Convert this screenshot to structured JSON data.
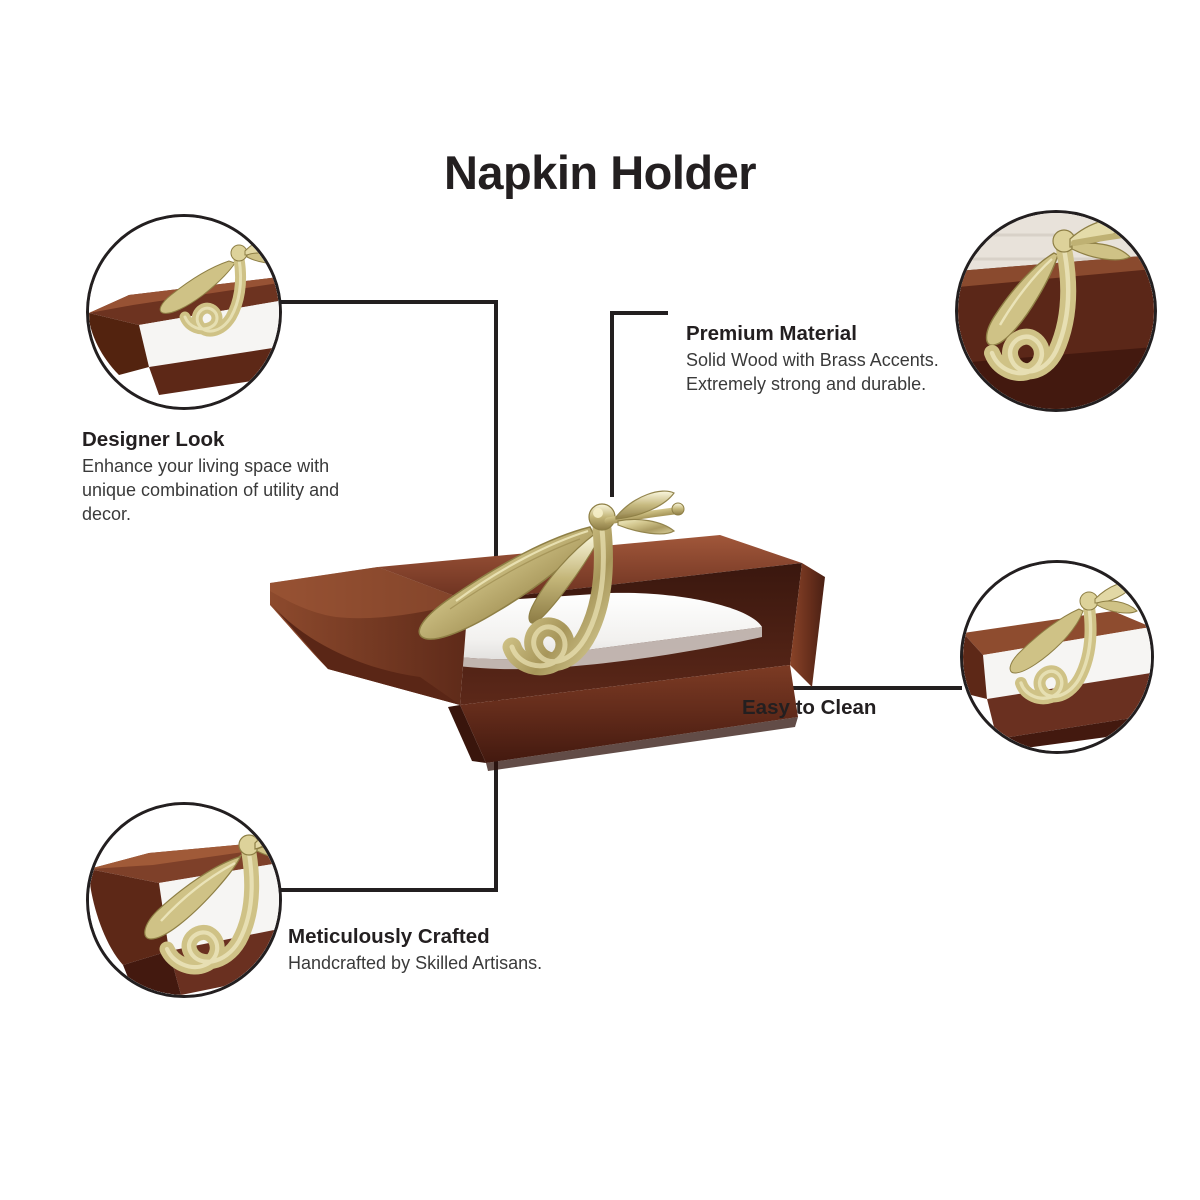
{
  "page": {
    "title": "Napkin Holder",
    "background_color": "#ffffff",
    "text_color": "#231f20"
  },
  "product": {
    "name": "Napkin Holder",
    "wood_color_dark": "#4a2218",
    "wood_color_mid": "#7b3b23",
    "wood_color_light": "#a4553a",
    "brass_color": "#c9bd7a",
    "brass_highlight": "#efe9b8",
    "napkin_color": "#f7f7f7"
  },
  "features": [
    {
      "id": "designer-look",
      "title": "Designer Look",
      "description": "Enhance your living space with unique combination of utility and decor.",
      "callout_position": "top-left"
    },
    {
      "id": "premium-material",
      "title": "Premium Material",
      "description": "Solid Wood with Brass Accents. Extremely strong and durable.",
      "callout_position": "top-right"
    },
    {
      "id": "easy-to-clean",
      "title": "Easy to Clean",
      "description": "",
      "callout_position": "right"
    },
    {
      "id": "meticulously-crafted",
      "title": "Meticulously Crafted",
      "description": "Handcrafted by Skilled Artisans.",
      "callout_position": "bottom-left"
    }
  ]
}
